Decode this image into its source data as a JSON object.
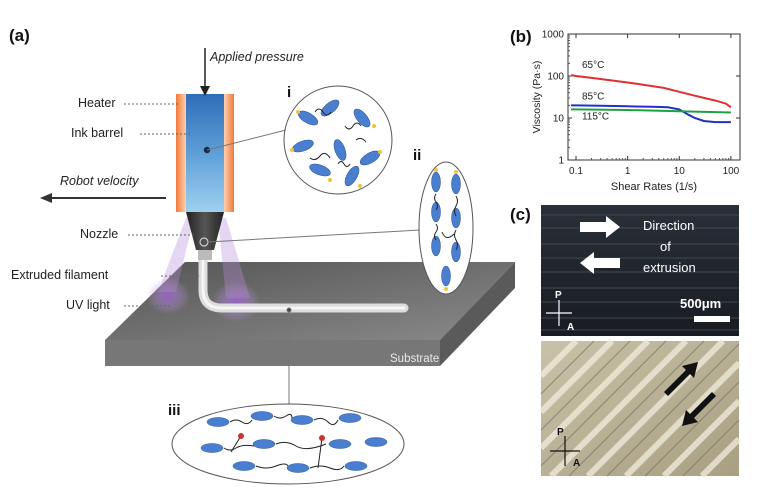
{
  "panels": {
    "a": "(a)",
    "b": "(b)",
    "c": "(c)"
  },
  "schematic": {
    "applied_pressure": "Applied pressure",
    "heater": "Heater",
    "ink_barrel": "Ink barrel",
    "robot_velocity": "Robot velocity",
    "nozzle": "Nozzle",
    "extruded_filament": "Extruded filament",
    "uv_light": "UV light",
    "substrate": "Substrate",
    "insets": [
      "i",
      "ii",
      "iii"
    ]
  },
  "chart_data": {
    "type": "line",
    "xlabel": "Shear Rates (1/s)",
    "ylabel": "Viscosity (Pa·s)",
    "xscale": "log",
    "yscale": "log",
    "xlim": [
      0.07,
      150
    ],
    "ylim": [
      1,
      1000
    ],
    "xticks": [
      "0.1",
      "1",
      "10",
      "100"
    ],
    "yticks": [
      "1",
      "10",
      "100",
      "1000"
    ],
    "series": [
      {
        "name": "65°C",
        "color": "#e03030",
        "x": [
          0.08,
          0.1,
          0.2,
          0.5,
          1,
          2,
          5,
          10,
          20,
          50,
          80,
          100
        ],
        "y": [
          105,
          100,
          90,
          78,
          70,
          62,
          52,
          42,
          34,
          26,
          22,
          18
        ]
      },
      {
        "name": "85°C",
        "color": "#2030c8",
        "x": [
          0.08,
          0.1,
          0.3,
          1,
          3,
          6,
          10,
          15,
          20,
          30,
          50,
          100
        ],
        "y": [
          20,
          20,
          19.5,
          19,
          18.5,
          18,
          16,
          12,
          10,
          8.5,
          8,
          8
        ]
      },
      {
        "name": "115°C",
        "color": "#20a040",
        "x": [
          0.08,
          0.1,
          1,
          10,
          100
        ],
        "y": [
          16,
          16,
          15.5,
          14.5,
          13.5
        ]
      }
    ]
  },
  "micrographs": {
    "direction_line1": "Direction",
    "direction_line2": "of",
    "direction_line3": "extrusion",
    "scale_bar": "500μm",
    "polarizer": "P",
    "analyzer": "A"
  }
}
